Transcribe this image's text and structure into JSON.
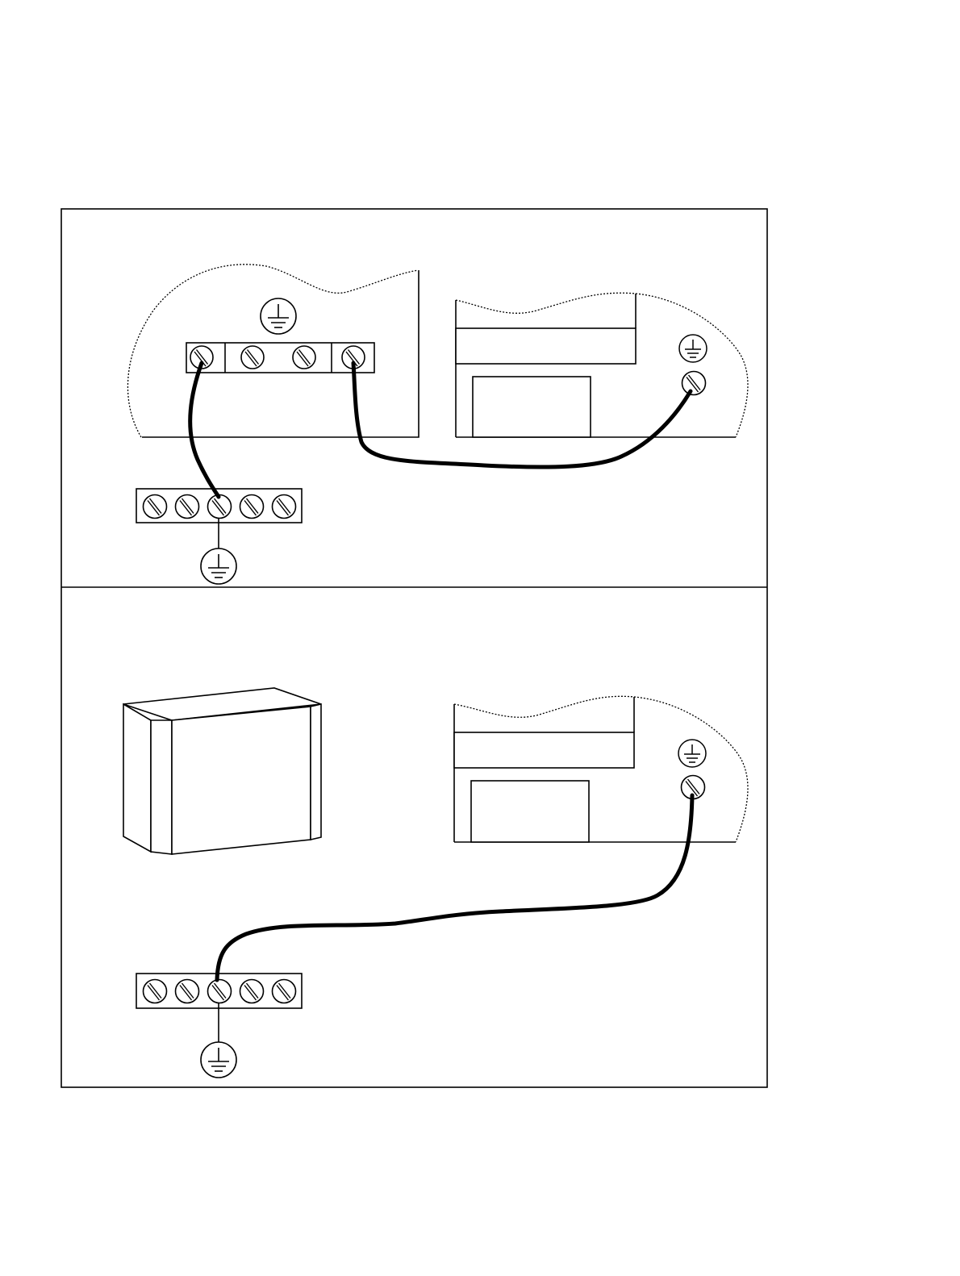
{
  "colors": {
    "line": "#000000",
    "background": "#ffffff"
  },
  "icons": {
    "ground": "ground-symbol-icon",
    "screw": "screw-terminal-icon"
  },
  "panels": [
    {
      "id": "top",
      "screw_terminals_on_strip": 5,
      "connected_terminal_index": 3,
      "device_terminal_block_screws": 4
    },
    {
      "id": "bottom",
      "screw_terminals_on_strip": 5,
      "connected_terminal_index": 3
    }
  ]
}
